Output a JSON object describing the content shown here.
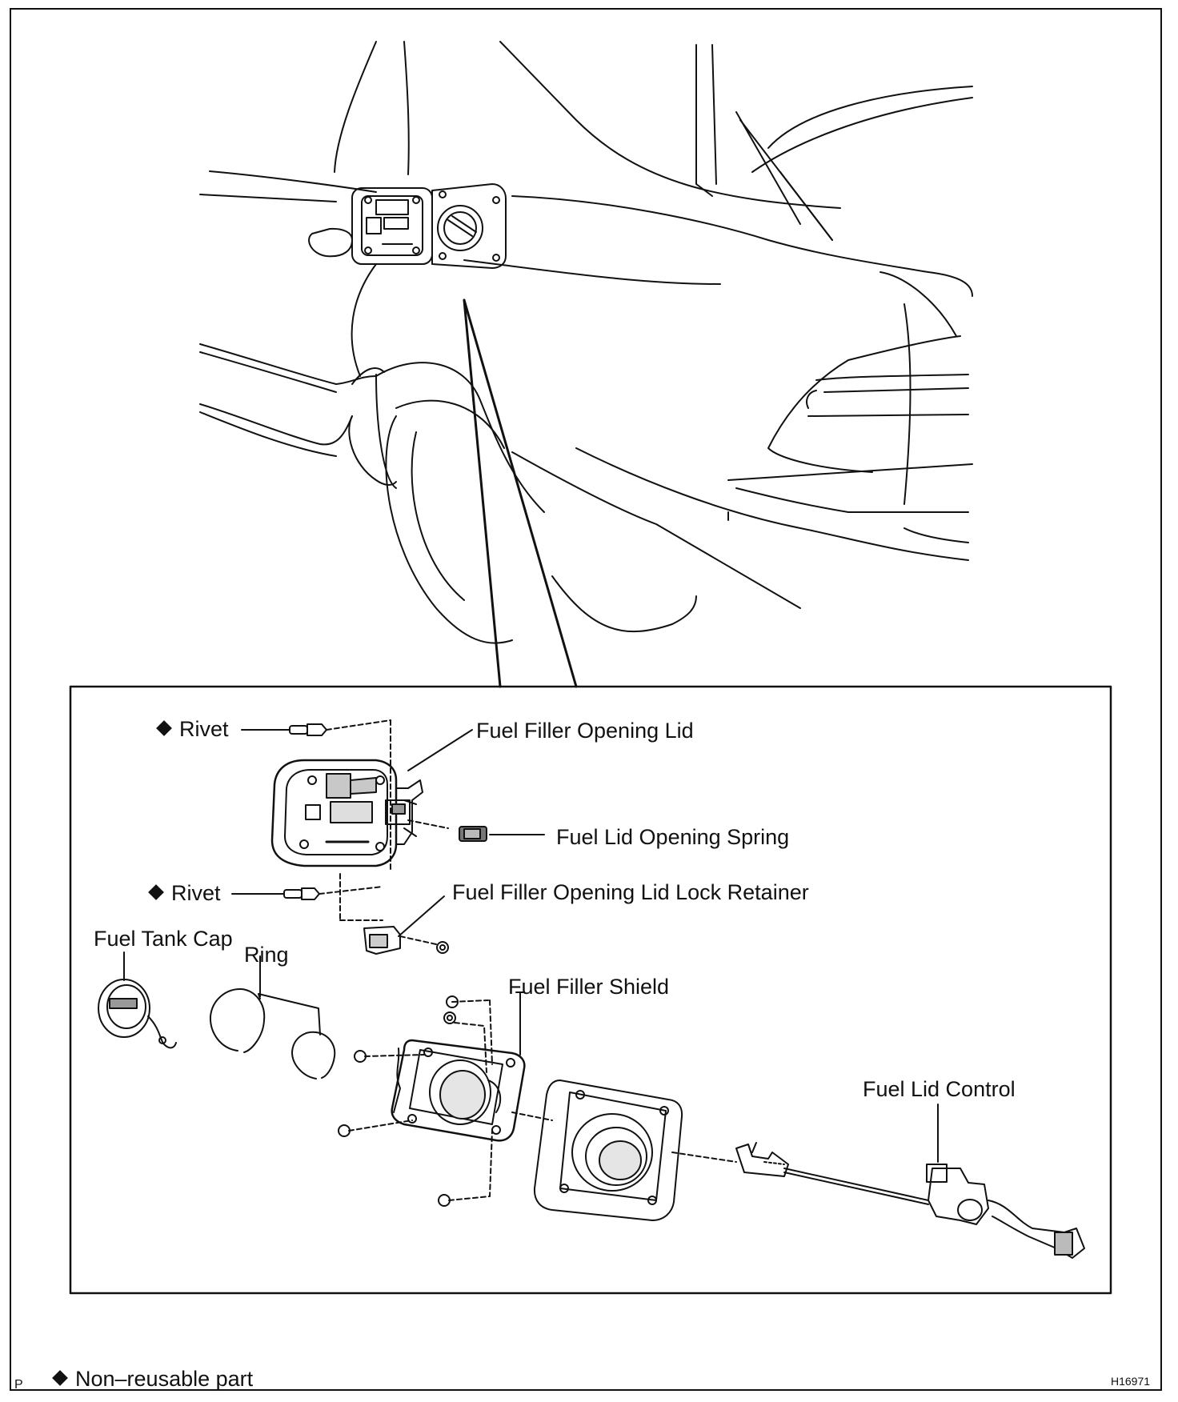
{
  "labels": {
    "rivet_top": "Rivet",
    "rivet_bottom": "Rivet",
    "fuel_filler_opening_lid": "Fuel Filler Opening Lid",
    "fuel_lid_opening_spring": "Fuel Lid Opening Spring",
    "fuel_filler_opening_lid_lock_retainer": "Fuel Filler Opening Lid Lock Retainer",
    "fuel_tank_cap": "Fuel Tank Cap",
    "ring": "Ring",
    "fuel_filler_shield": "Fuel Filler Shield",
    "fuel_lid_control": "Fuel Lid Control"
  },
  "legend": {
    "symbol": "diamond",
    "text": "Non–reusable part"
  },
  "footer": {
    "left_code": "P",
    "figure_id": "H16971"
  }
}
